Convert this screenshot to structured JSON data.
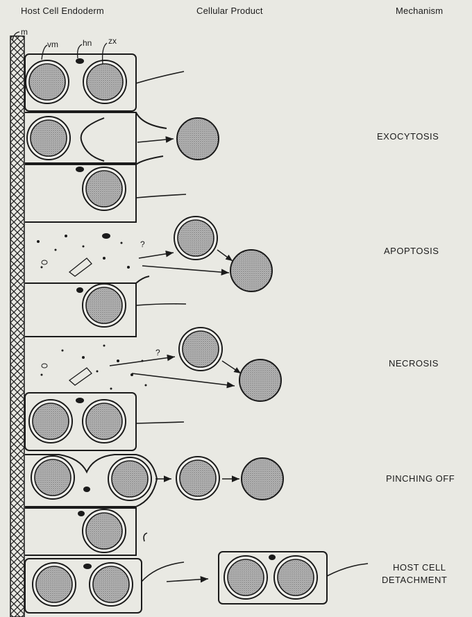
{
  "headers": {
    "host": "Host Cell Endoderm",
    "product": "Cellular Product",
    "mechanism": "Mechanism"
  },
  "labels": {
    "m": "m",
    "vm": "vm",
    "hn": "hn",
    "zx": "zx",
    "q": "?"
  },
  "mechanisms": {
    "exocytosis": "EXOCYTOSIS",
    "apoptosis": "APOPTOSIS",
    "necrosis": "NECROSIS",
    "pinching": "PINCHING OFF",
    "detach1": "HOST CELL",
    "detach2": "DETACHMENT"
  }
}
